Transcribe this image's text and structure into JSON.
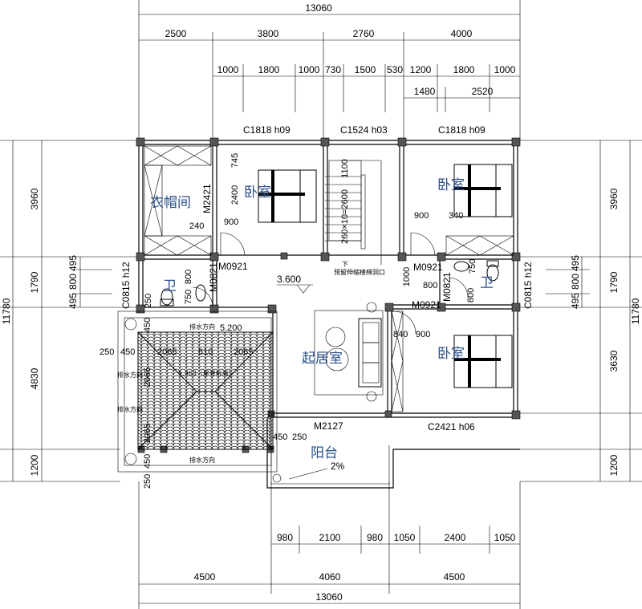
{
  "dimensions": {
    "top_total": "13060",
    "top_row1": [
      "2500",
      "3800",
      "2760",
      "4000"
    ],
    "top_row2": [
      "1000",
      "1800",
      "1000",
      "730",
      "1500",
      "530",
      "1200",
      "1800",
      "1000"
    ],
    "top_row3": [
      "1480",
      "2520"
    ],
    "left": [
      "3960",
      "1790",
      "4830",
      "1200"
    ],
    "left_total": "11780",
    "left_small": [
      "495",
      "800",
      "495"
    ],
    "right": [
      "3960",
      "1790",
      "3630",
      "1200"
    ],
    "right_total": "11780",
    "right_small": [
      "495",
      "800",
      "495"
    ],
    "bottom_row1": [
      "980",
      "2100",
      "980",
      "1050",
      "2400",
      "1050"
    ],
    "bottom_row2": [
      "4500",
      "4060",
      "4500"
    ],
    "bottom_total": "13060"
  },
  "rooms": {
    "closet": "衣帽间",
    "bedroom_1": "卧室",
    "bedroom_2": "卧室",
    "bedroom_3": "卧室",
    "bath_1": "卫",
    "bath_2": "卫",
    "living": "起居室",
    "balcony": "阳台"
  },
  "windows": {
    "w1": "C1818 h09",
    "w2": "C1524 h03",
    "w3": "C1818 h09",
    "w4": "C0815 h12",
    "w5": "C0815 h12",
    "w6": "C2421 h06"
  },
  "doors": {
    "d1": "M2421",
    "d2": "M0921",
    "d3": "M0821",
    "d4": "M0921",
    "d5": "M0921",
    "d6": "M0821",
    "d7": "M2127"
  },
  "annotations": {
    "floor_level": "3.600",
    "stair_down": "下",
    "stair_note": "预留伸缩楼梯洞口",
    "roof_level": "5.200",
    "drain_1": "排水方向",
    "drain_2": "排水方向",
    "drain_3": "排水方向",
    "drain_4": "排水方向",
    "ridge": "5.363（屋脊标高）",
    "slope": "2%"
  },
  "inner_dims": {
    "b1_745": "745",
    "b1_2400": "2400",
    "stair_1100": "1100",
    "stair_run": "260×10=2600",
    "b1_240": "240",
    "b1_900": "900",
    "b2_900": "900",
    "b2_340": "340",
    "bath1_800": "800",
    "bath1_750": "750",
    "bath1_250": "250",
    "hall_1000": "1000",
    "bath2_800a": "800",
    "bath2_800b": "800",
    "bath2_750": "750",
    "lv_840": "840",
    "lv_900": "900",
    "roof_250a": "250",
    "roof_450a": "450",
    "roof_2065a": "2065",
    "roof_610": "610",
    "roof_2065b": "2065",
    "roof_450b": "450",
    "roof_2065c": "2065",
    "roof_2065d": "2065",
    "roof_450c": "450",
    "roof_250b": "250",
    "bal_450": "450",
    "bal_250": "250"
  }
}
